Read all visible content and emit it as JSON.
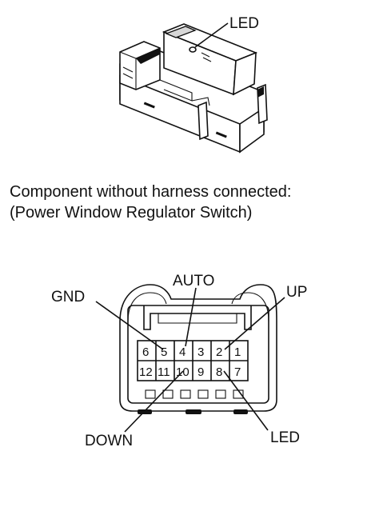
{
  "switch_illustration": {
    "led_label": "LED"
  },
  "caption": {
    "line1": "Component without harness connected:",
    "line2": "(Power Window Regulator Switch)"
  },
  "connector": {
    "labels": {
      "gnd": "GND",
      "auto": "AUTO",
      "up": "UP",
      "down": "DOWN",
      "led": "LED"
    },
    "pins_top": [
      "6",
      "5",
      "4",
      "3",
      "2",
      "1"
    ],
    "pins_bottom": [
      "12",
      "11",
      "10",
      "9",
      "8",
      "7"
    ]
  }
}
